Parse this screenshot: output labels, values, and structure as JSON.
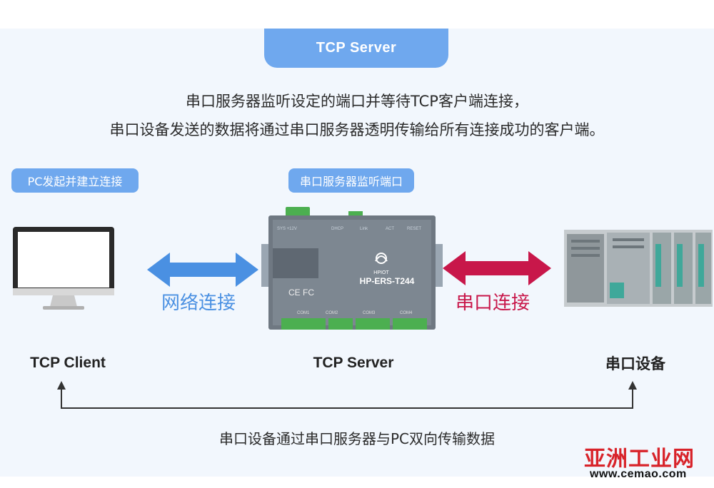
{
  "header": {
    "title": "TCP Server"
  },
  "description": {
    "line1": "串口服务器监听设定的端口并等待TCP客户端连接，",
    "line2": "串口设备发送的数据将通过串口服务器透明传输给所有连接成功的客户端。"
  },
  "pills": {
    "left": "PC发起并建立连接",
    "center": "串口服务器监听端口"
  },
  "connections": {
    "network": {
      "label": "网络连接",
      "color": "#4a90e2"
    },
    "serial": {
      "label": "串口连接",
      "color": "#c8174a"
    }
  },
  "nodes": {
    "client": "TCP Client",
    "server": "TCP Server",
    "device": "串口设备"
  },
  "device_panel": {
    "brand": "HPIOT",
    "model": "HP-ERS-T244",
    "port_labels": [
      "COM1",
      "COM2",
      "COM3",
      "COM4"
    ]
  },
  "footer": {
    "text": "串口设备通过串口服务器与PC双向传输数据"
  },
  "watermark": {
    "name": "亚洲工业网",
    "url": "www.cemao.com"
  },
  "colors": {
    "accent": "#6fa8ee",
    "background": "#f2f7fd"
  }
}
